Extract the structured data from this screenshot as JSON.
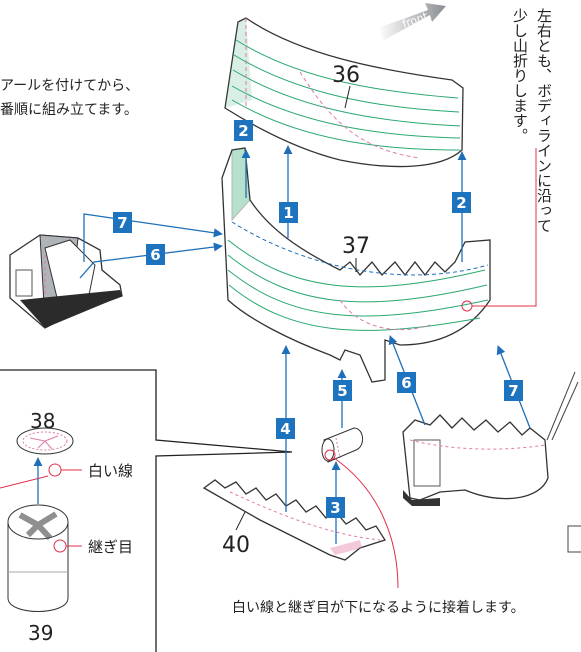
{
  "instructions": {
    "top_left_line1": "アールを付けてから、",
    "top_left_line2": "番順に組み立てます。",
    "vertical_line1": "左右とも、ボディラインに沿って",
    "vertical_line2": "少し山折りします。",
    "bottom": "白い線と継ぎ目が下になるように接着します。"
  },
  "direction_label": "front",
  "part_numbers": {
    "p36": "36",
    "p37": "37",
    "p38": "38",
    "p39": "39",
    "p40": "40"
  },
  "inset_labels": {
    "white_line": "白い線",
    "seam": "継ぎ目"
  },
  "steps": {
    "s1": "1",
    "s2a": "2",
    "s2b": "2",
    "s3": "3",
    "s4": "4",
    "s5": "5",
    "s6a": "6",
    "s6b": "6",
    "s7a": "7",
    "s7b": "7"
  },
  "colors": {
    "step_badge": "#1e73be",
    "arrow": "#1e6fb8",
    "callout": "#e0304a",
    "green_line": "#2aa870",
    "fold_pink": "#e07aa8",
    "part_fill": "#ffffff",
    "gray_fill": "#b0b3b8"
  }
}
